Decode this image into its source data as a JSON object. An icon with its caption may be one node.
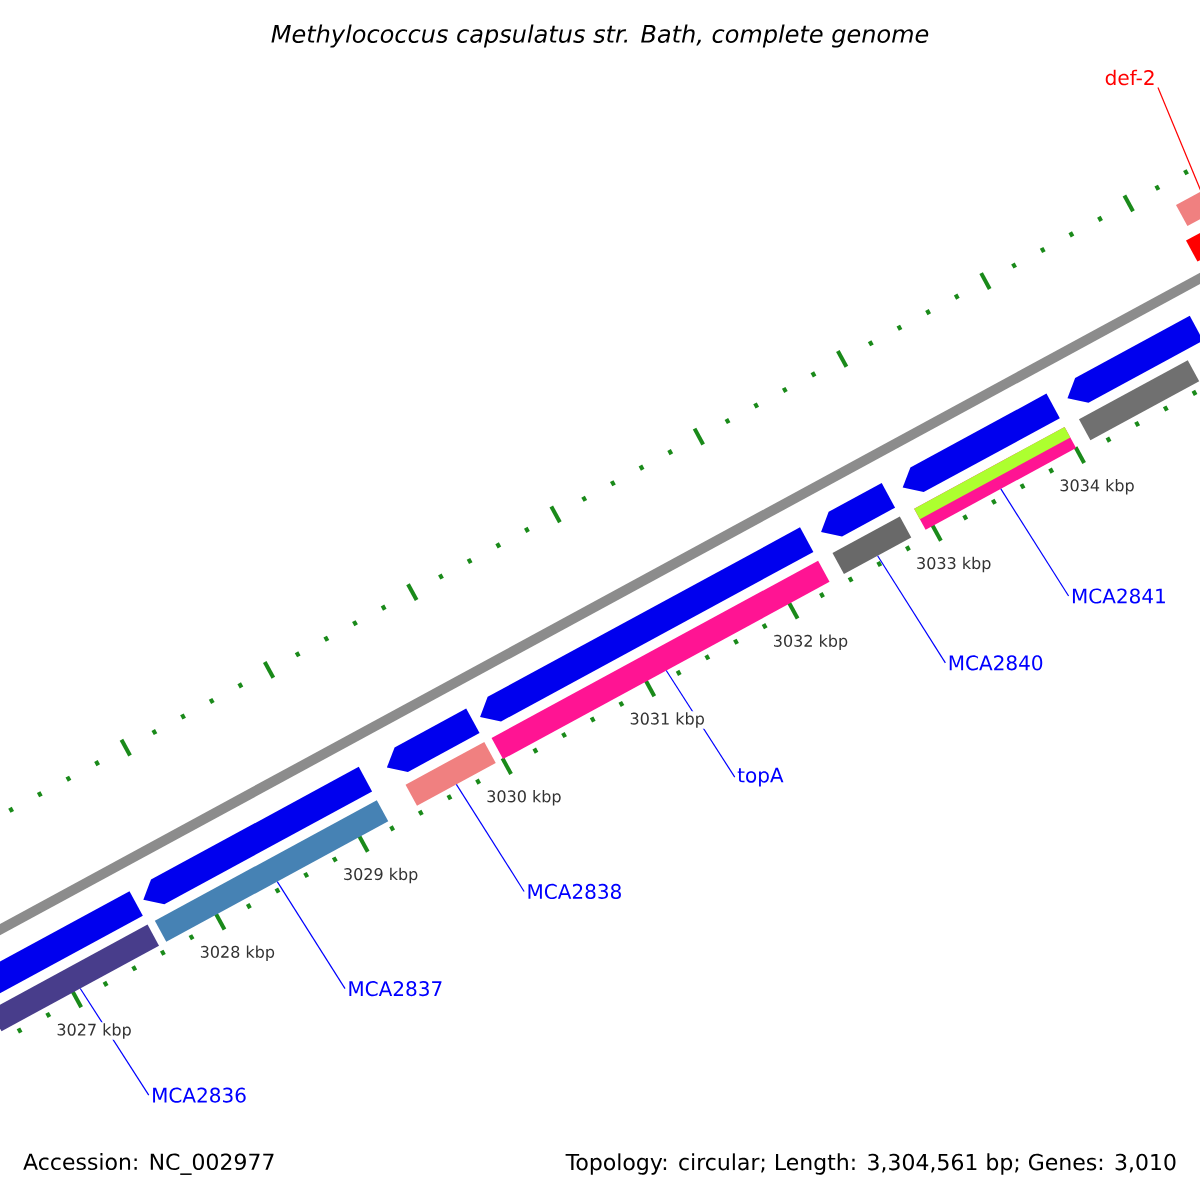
{
  "diagram": {
    "title": "Methylococcus capsulatus str. Bath, complete genome",
    "nodes": [
      {
        "text": [
          "def-2"
        ]
      },
      {
        "text": [
          "MCA2841"
        ]
      },
      {
        "text": [
          "MCA2840"
        ]
      },
      {
        "text": [
          "topA"
        ]
      },
      {
        "text": [
          "MCA2838"
        ]
      },
      {
        "text": [
          "MCA2837"
        ]
      },
      {
        "text": [
          "MCA2836"
        ]
      },
      {
        "text": [],
        "shape": "bar"
      },
      {
        "text": [],
        "shape": "bar"
      },
      {
        "text": [],
        "shape": "bar"
      },
      {
        "text": [],
        "shape": "bar"
      },
      {
        "text": [],
        "shape": "bar"
      },
      {
        "text": [],
        "shape": "bar"
      },
      {
        "text": [],
        "shape": "bar"
      },
      {
        "text": [],
        "shape": "arrow"
      },
      {
        "text": [],
        "shape": "arrow"
      },
      {
        "text": [],
        "shape": "arrow"
      },
      {
        "text": [],
        "shape": "arrow"
      },
      {
        "text": [],
        "shape": "arrow"
      },
      {
        "text": [],
        "shape": "arrow"
      },
      {
        "text": [],
        "shape": "arrow"
      },
      {
        "text": [],
        "shape": "bar"
      },
      {
        "text": [],
        "shape": "bar"
      }
    ],
    "edges": [
      {
        "from": 0,
        "to": 13,
        "arrow": "none",
        "color": "#ff0000"
      },
      {
        "from": 1,
        "to": 12,
        "arrow": "none"
      },
      {
        "from": 2,
        "to": 11,
        "arrow": "none"
      },
      {
        "from": 3,
        "to": 10,
        "arrow": "none"
      },
      {
        "from": 4,
        "to": 9,
        "arrow": "none"
      },
      {
        "from": 5,
        "to": 8,
        "arrow": "none"
      },
      {
        "from": 6,
        "to": 7,
        "arrow": "none"
      }
    ],
    "labels": [
      "3034 kbp",
      "3033 kbp",
      "3032 kbp",
      "3031 kbp",
      "3030 kbp",
      "3029 kbp",
      "3028 kbp",
      "3027 kbp",
      "Accession: NC_002977",
      "Topology: circular; Length: 3,304,561 bp; Genes: 3,010"
    ]
  }
}
